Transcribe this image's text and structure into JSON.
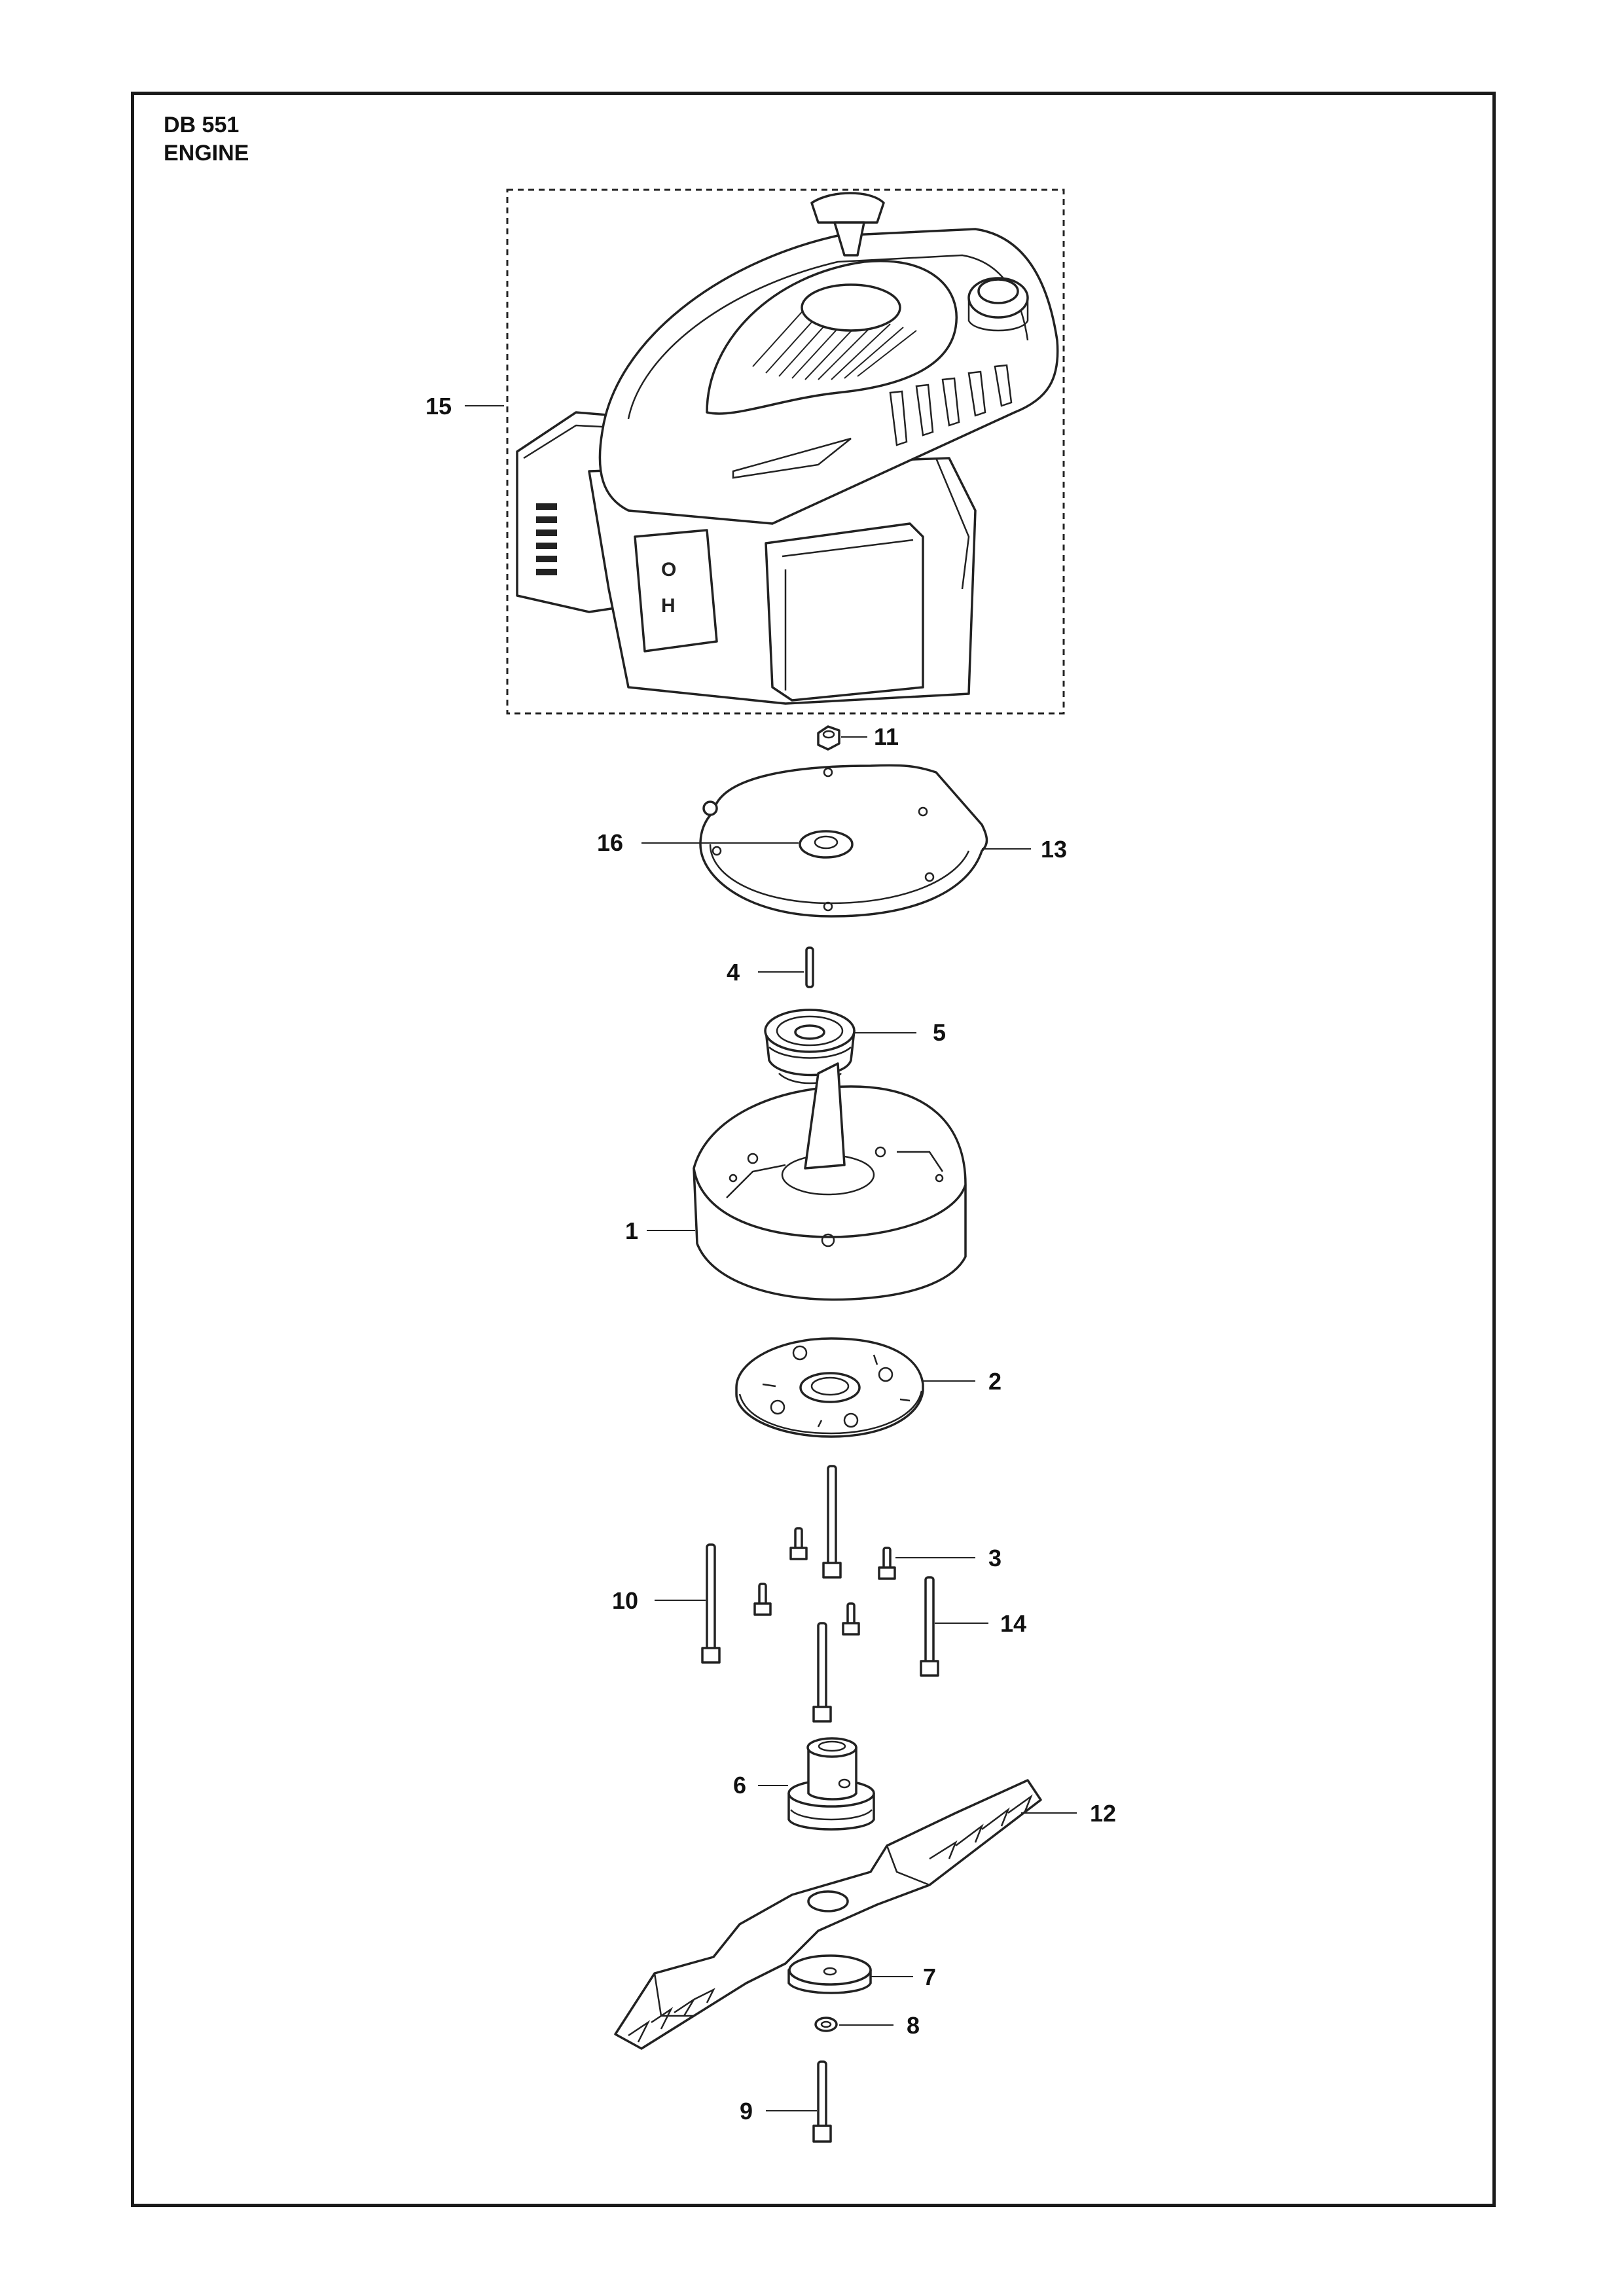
{
  "header": {
    "model": "DB 551",
    "section": "ENGINE"
  },
  "callouts": [
    {
      "id": "15",
      "text": "15"
    },
    {
      "id": "11",
      "text": "11"
    },
    {
      "id": "16",
      "text": "16"
    },
    {
      "id": "13",
      "text": "13"
    },
    {
      "id": "4",
      "text": "4"
    },
    {
      "id": "5",
      "text": "5"
    },
    {
      "id": "1",
      "text": "1"
    },
    {
      "id": "2",
      "text": "2"
    },
    {
      "id": "3",
      "text": "3"
    },
    {
      "id": "10",
      "text": "10"
    },
    {
      "id": "14",
      "text": "14"
    },
    {
      "id": "6",
      "text": "6"
    },
    {
      "id": "12",
      "text": "12"
    },
    {
      "id": "7",
      "text": "7"
    },
    {
      "id": "8",
      "text": "8"
    },
    {
      "id": "9",
      "text": "9"
    }
  ]
}
